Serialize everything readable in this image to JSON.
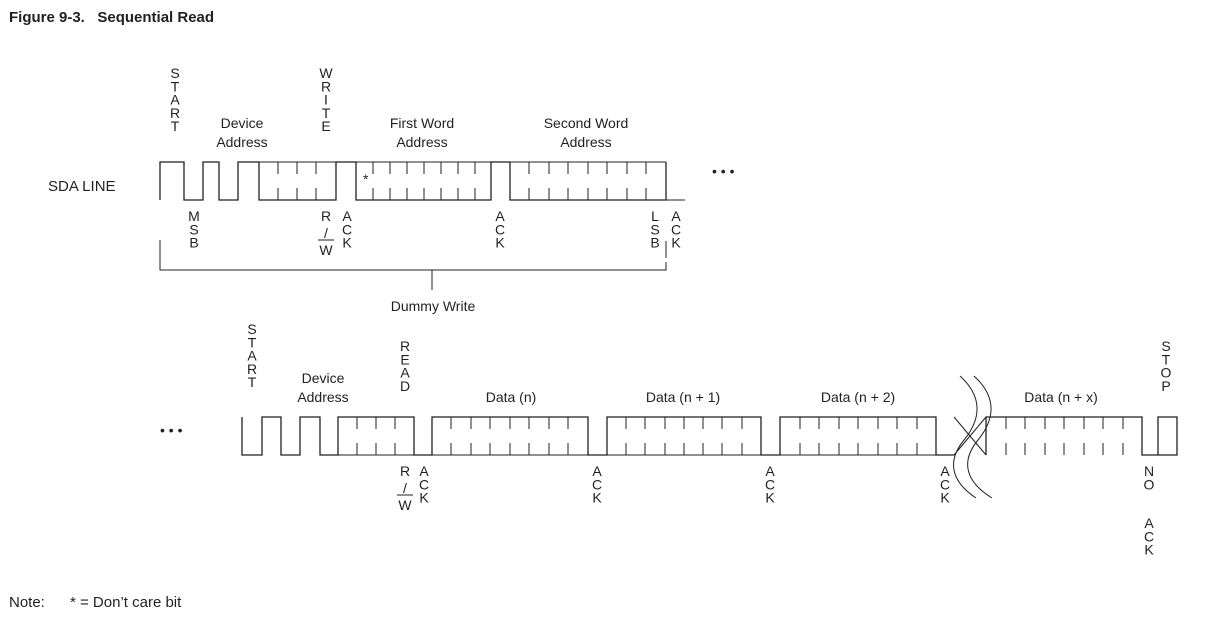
{
  "figure": {
    "title": "Figure 9-3.   Sequential Read",
    "sda_label": "SDA LINE",
    "ellipsis": "• • •",
    "note_label": "Note:",
    "note_text": "* = Don’t care bit"
  },
  "row1": {
    "start_vertical": "START",
    "device_address": [
      "Device",
      "Address"
    ],
    "write_vertical": "WRITE",
    "first_word_address": [
      "First Word",
      "Address"
    ],
    "second_word_address": [
      "Second Word",
      "Address"
    ],
    "dont_care_marker": "*",
    "msb_vertical": "MSB",
    "rw_label": [
      "R",
      "/",
      "W"
    ],
    "ack_vertical": "ACK",
    "lsb_vertical": "LSB",
    "dummy_write": "Dummy Write"
  },
  "row2": {
    "start_vertical": "START",
    "device_address": [
      "Device",
      "Address"
    ],
    "read_vertical": "READ",
    "data_labels": [
      "Data (n)",
      "Data (n + 1)",
      "Data (n + 2)",
      "Data (n + x)"
    ],
    "stop_vertical": "STOP",
    "rw_label": [
      "R",
      "/",
      "W"
    ],
    "ack_vertical": "ACK",
    "no_vertical": "NO"
  },
  "colors": {
    "ink": "#231f20",
    "background": "#ffffff"
  }
}
